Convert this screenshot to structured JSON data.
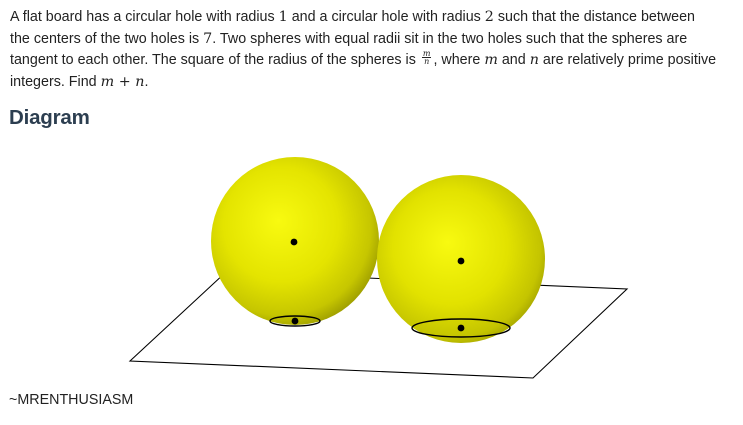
{
  "problem": {
    "line1_a": "A flat board has a circular hole with radius ",
    "r1": "1",
    "line1_b": " and a circular hole with radius ",
    "r2": "2",
    "line1_c": " such that the distance between",
    "line2_a": "the centers of the two holes is ",
    "dist": "7",
    "line2_b": ". Two spheres with equal radii sit in the two holes such that the spheres are",
    "line3_a": "tangent to each other. The square of the radius of the spheres is ",
    "frac_num": "m",
    "frac_den": "n",
    "line3_b": ", where ",
    "var_m": "m",
    "line3_c": " and ",
    "var_n": "n",
    "line3_d": " are relatively prime positive",
    "line4_a": "integers. Find ",
    "expr_m": "m",
    "expr_plus": " + ",
    "expr_n": "n",
    "line4_b": "."
  },
  "heading": "Diagram",
  "signature": "~MRENTHUSIASM",
  "colors": {
    "sphere_highlight": "#f6f80a",
    "sphere_mid": "#dcdc00",
    "sphere_edge": "#9a9a00",
    "line": "#000000"
  }
}
